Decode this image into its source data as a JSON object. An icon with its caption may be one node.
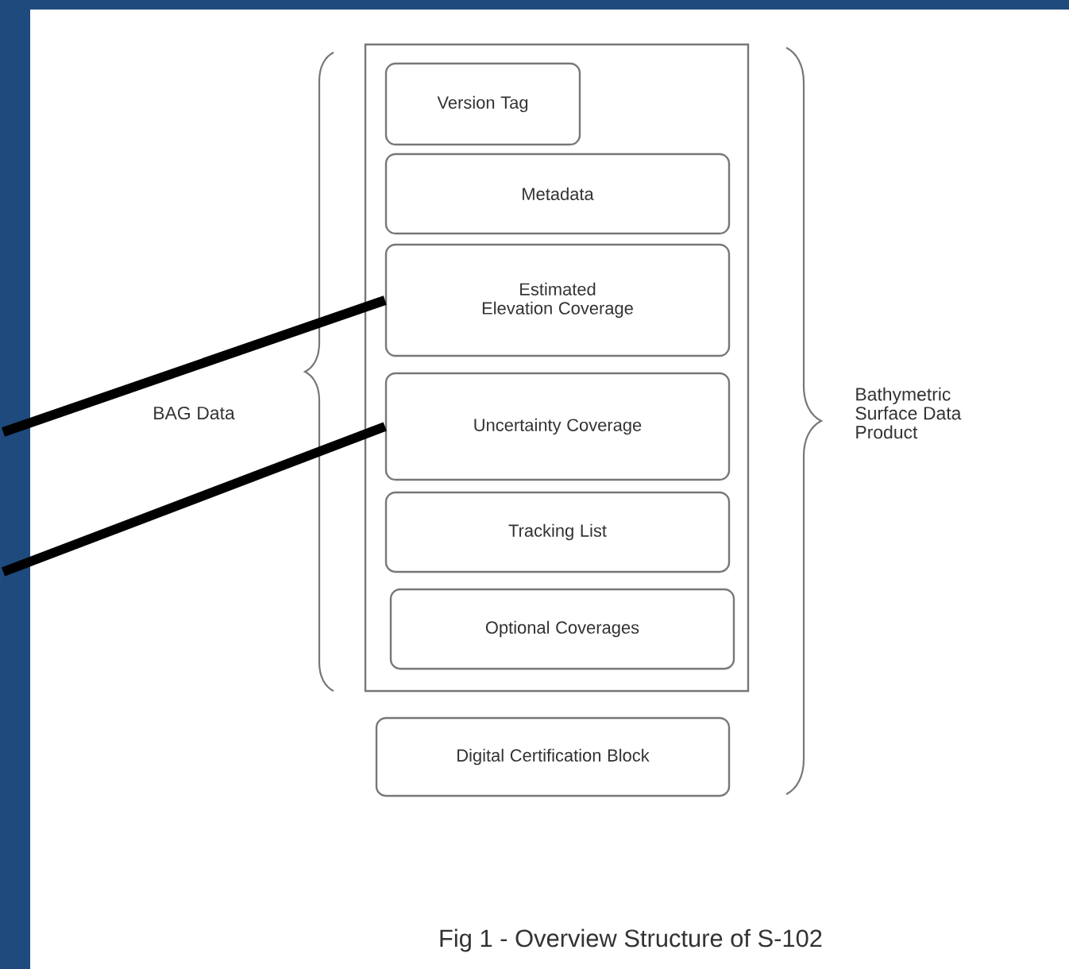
{
  "diagram": {
    "caption": "Fig 1 - Overview Structure of S-102",
    "nodes": [
      {
        "text": [],
        "shape": "box"
      },
      {
        "text": [
          "Version Tag"
        ],
        "in": 0
      },
      {
        "text": [
          "Metadata"
        ],
        "in": 0
      },
      {
        "text": [
          "Estimated Elevation Coverage"
        ],
        "in": 0
      },
      {
        "text": [
          "Uncertainty Coverage"
        ],
        "in": 0
      },
      {
        "text": [
          "Tracking List"
        ],
        "in": 0
      },
      {
        "text": [
          "Optional Coverages"
        ],
        "in": 0
      },
      {
        "text": [
          "Digital Certification Block"
        ]
      }
    ],
    "edges": [
      {
        "from": null,
        "to": 3,
        "arrow": "none"
      },
      {
        "from": null,
        "to": 4,
        "arrow": "none"
      }
    ],
    "labels": [
      "BAG Data",
      "Bathymetric Surface Data Product"
    ]
  }
}
